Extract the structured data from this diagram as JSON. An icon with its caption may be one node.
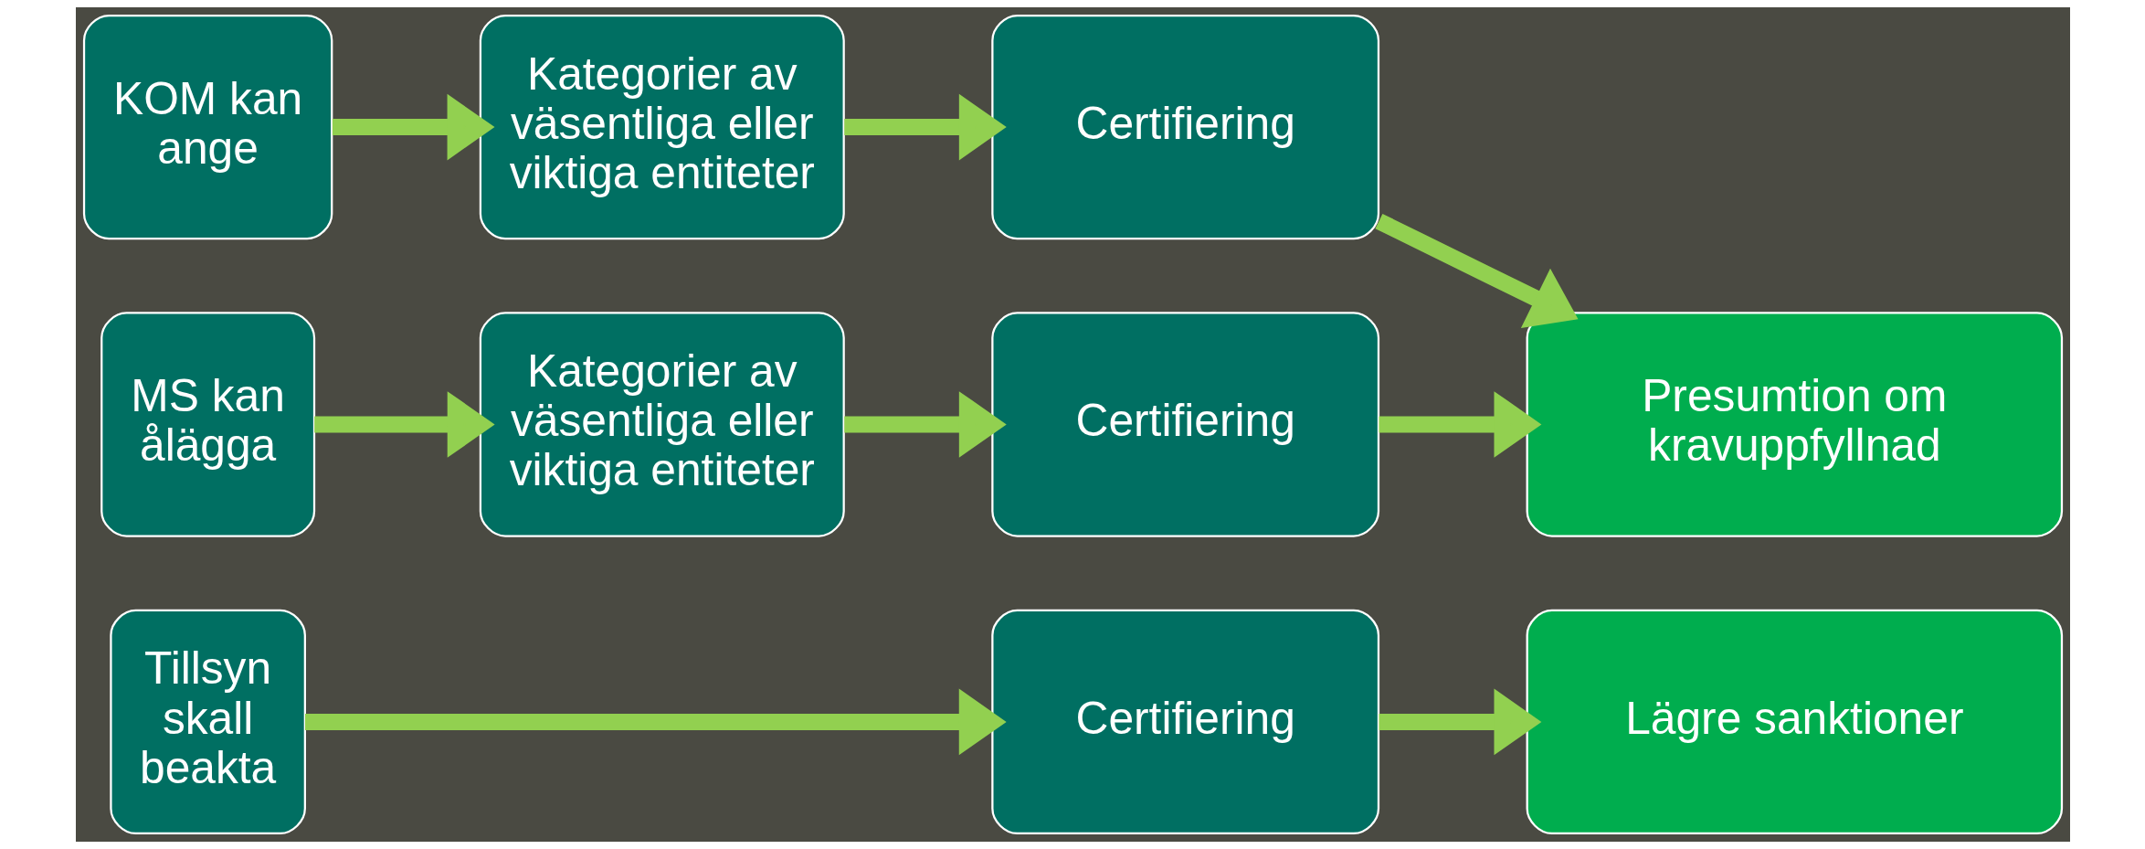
{
  "diagram": {
    "nodes": [
      {
        "text": [
          "KOM kan ange"
        ]
      },
      {
        "text": [
          "Kategorier av väsentliga eller viktiga entiteter"
        ]
      },
      {
        "text": [
          "Certifiering"
        ]
      },
      {
        "text": [
          "MS kan ålägga"
        ]
      },
      {
        "text": [
          "Kategorier av väsentliga eller viktiga entiteter"
        ]
      },
      {
        "text": [
          "Certifiering"
        ]
      },
      {
        "text": [
          "Presumtion om kravuppfyllnad"
        ]
      },
      {
        "text": [
          "Tillsyn skall beakta"
        ]
      },
      {
        "text": [
          "Certifiering"
        ]
      },
      {
        "text": [
          "Lägre sanktioner"
        ]
      }
    ],
    "edges": [
      {
        "from": 0,
        "to": 1,
        "arrow": "to"
      },
      {
        "from": 1,
        "to": 2,
        "arrow": "to"
      },
      {
        "from": 2,
        "to": 6,
        "arrow": "to"
      },
      {
        "from": 3,
        "to": 4,
        "arrow": "to"
      },
      {
        "from": 4,
        "to": 5,
        "arrow": "to"
      },
      {
        "from": 5,
        "to": 6,
        "arrow": "to"
      },
      {
        "from": 7,
        "to": 8,
        "arrow": "to"
      },
      {
        "from": 8,
        "to": 9,
        "arrow": "to"
      }
    ]
  }
}
